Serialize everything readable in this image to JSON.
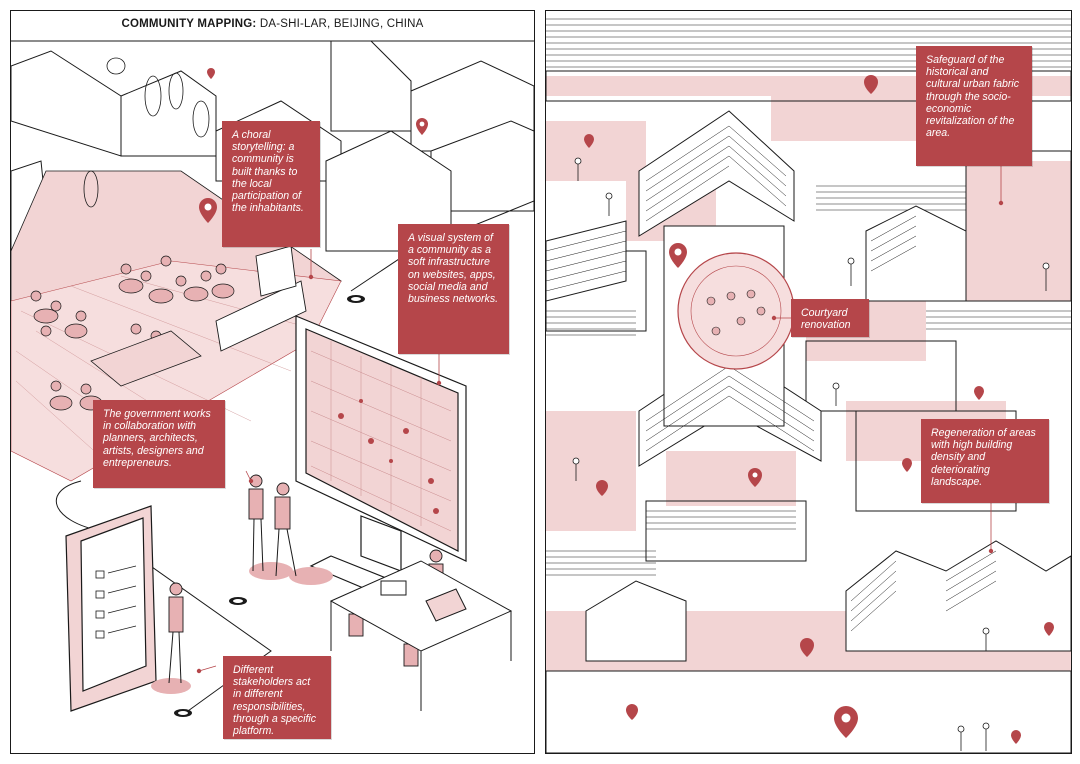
{
  "title": {
    "bold": "COMMUNITY MAPPING:",
    "rest": " DA-SHI-LAR, BEIJING, CHINA"
  },
  "callouts": {
    "choral": "A choral storytelling: a community is built thanks to the local participation of the inhabitants.",
    "visual_system": "A visual system of a community as a soft infrastructure on websites, apps, social media and business networks.",
    "government": "The government works in collaboration with planners, architects, artists, designers and entrepreneurs.",
    "stakeholders": "Different stakeholders act in different responsibilities, through a specific platform.",
    "safeguard": "Safeguard of the historical and cultural urban fabric through the socio-economic revitalization of the area.",
    "courtyard": "Courtyard renovation",
    "regeneration": "Regeneration of areas with high building density and deteriorating landscape."
  },
  "colors": {
    "accent": "#b5464a",
    "pink": "#f2d4d4",
    "line": "#1a1a1a"
  }
}
